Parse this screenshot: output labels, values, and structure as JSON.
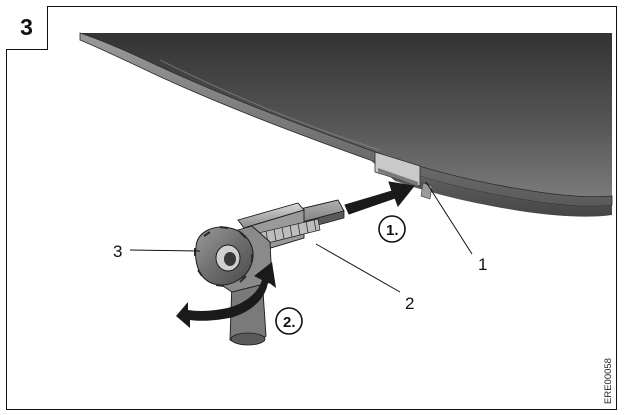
{
  "figure": {
    "step_number": "3",
    "figure_code": "ERE00058"
  },
  "callouts": [
    {
      "id": "1",
      "label": "1"
    },
    {
      "id": "2",
      "label": "2"
    },
    {
      "id": "3",
      "label": "3"
    }
  ],
  "steps": [
    {
      "id": "step1",
      "label": "1."
    },
    {
      "id": "step2",
      "label": "2."
    }
  ],
  "colors": {
    "line": "#111111",
    "housing_dark": "#3a3a3a",
    "housing_light": "#8a8a8a",
    "knob": "#6a6a6a",
    "arrow": "#1a1a1a"
  }
}
